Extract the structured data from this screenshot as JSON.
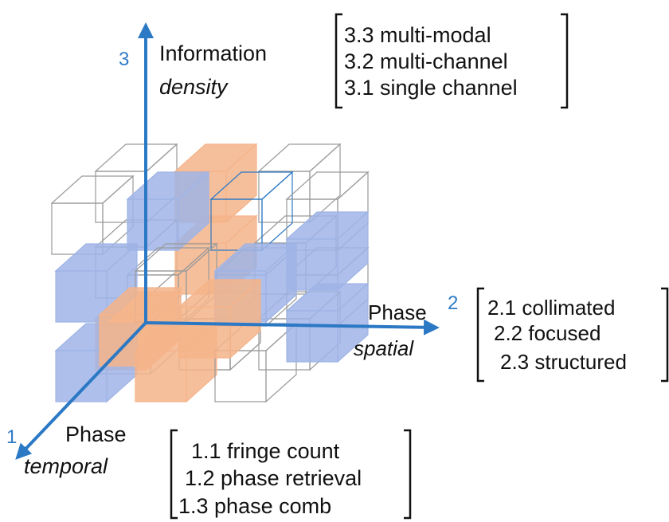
{
  "colors": {
    "axis": "#2b78c5",
    "axis_number": "#2f7cc6",
    "blue_cube": "#9fb4e6",
    "orange_cube": "#f5b48a",
    "outline_cube": "#9a9a9a",
    "bracket": "#111111"
  },
  "axes": {
    "axis3": {
      "number": "3",
      "label": "Information",
      "sublabel": "density",
      "options": [
        "3.3 multi-modal",
        "3.2 multi-channel",
        "3.1 single channel"
      ]
    },
    "axis2": {
      "number": "2",
      "label": "Phase",
      "sublabel": "spatial",
      "options": [
        "2.1 collimated",
        "2.2 focused",
        "2.3 structured"
      ]
    },
    "axis1": {
      "number": "1",
      "label": "Phase",
      "sublabel": "temporal",
      "options": [
        "1.1 fringe count",
        "1.2 phase retrieval",
        "1.3 phase comb"
      ]
    }
  }
}
